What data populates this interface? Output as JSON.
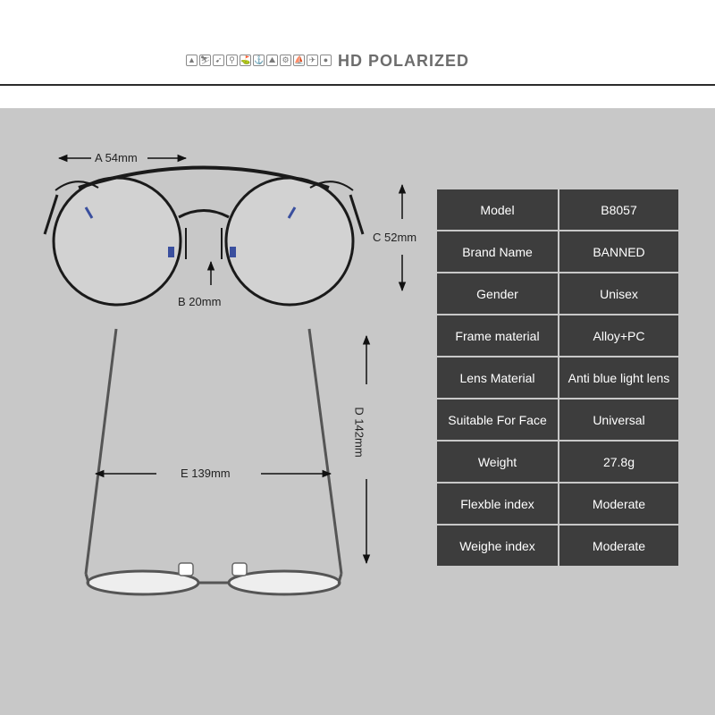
{
  "header": {
    "title": "HD POLARIZED",
    "icons": [
      "mountain-icon",
      "skier-icon",
      "runner-icon",
      "cyclist-icon",
      "golfer-icon",
      "fisher-icon",
      "climber-icon",
      "motorcycle-icon",
      "sailboat-icon",
      "plane-icon",
      "tennis-icon"
    ]
  },
  "dimensions": {
    "a": "A 54mm",
    "b": "B 20mm",
    "c": "C 52mm",
    "d": "D 142mm",
    "e": "E 139mm"
  },
  "specs": [
    {
      "label": "Model",
      "value": "B8057"
    },
    {
      "label": "Brand Name",
      "value": "BANNED"
    },
    {
      "label": "Gender",
      "value": "Unisex"
    },
    {
      "label": "Frame material",
      "value": "Alloy+PC"
    },
    {
      "label": "Lens Material",
      "value": "Anti blue light lens"
    },
    {
      "label": "Suitable For Face",
      "value": "Universal"
    },
    {
      "label": "Weight",
      "value": "27.8g"
    },
    {
      "label": "Flexble index",
      "value": "Moderate"
    },
    {
      "label": "Weighe index",
      "value": "Moderate"
    }
  ],
  "colors": {
    "background": "#ffffff",
    "panel": "#c8c8c8",
    "table_cell": "#3d3d3d",
    "table_text": "#ffffff",
    "frame": "#1a1a1a"
  }
}
